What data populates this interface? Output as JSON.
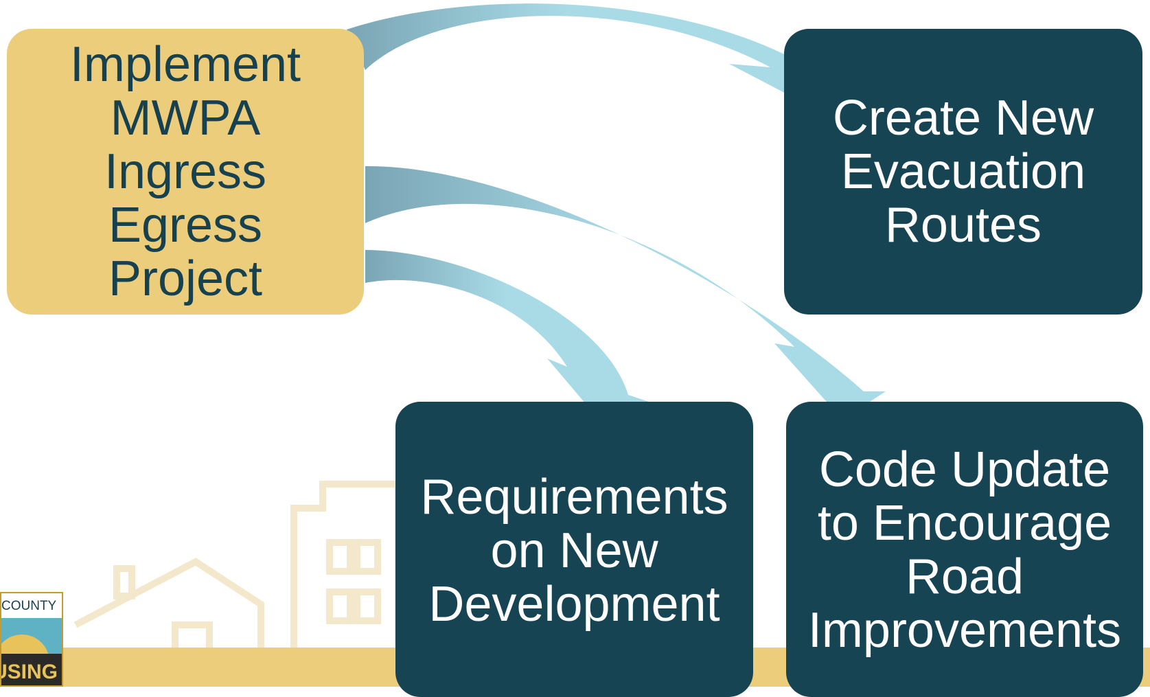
{
  "diagram": {
    "source": {
      "label": "Implement\nMWPA\nIngress\nEgress\nProject"
    },
    "targets": [
      {
        "label": "Create New\nEvacuation\nRoutes"
      },
      {
        "label": "Requirements\non New\nDevelopment"
      },
      {
        "label": "Code Update\nto Encourage\nRoad\nImprovements"
      }
    ]
  },
  "logo": {
    "text_top": "COUNTY",
    "text_bottom": "USING"
  },
  "colors": {
    "source_box": "#ebcd7b",
    "target_box": "#174452",
    "arrow_light": "#a8dbe6",
    "arrow_dark": "#7fa9b8",
    "footer_band": "#ebcd7b"
  }
}
